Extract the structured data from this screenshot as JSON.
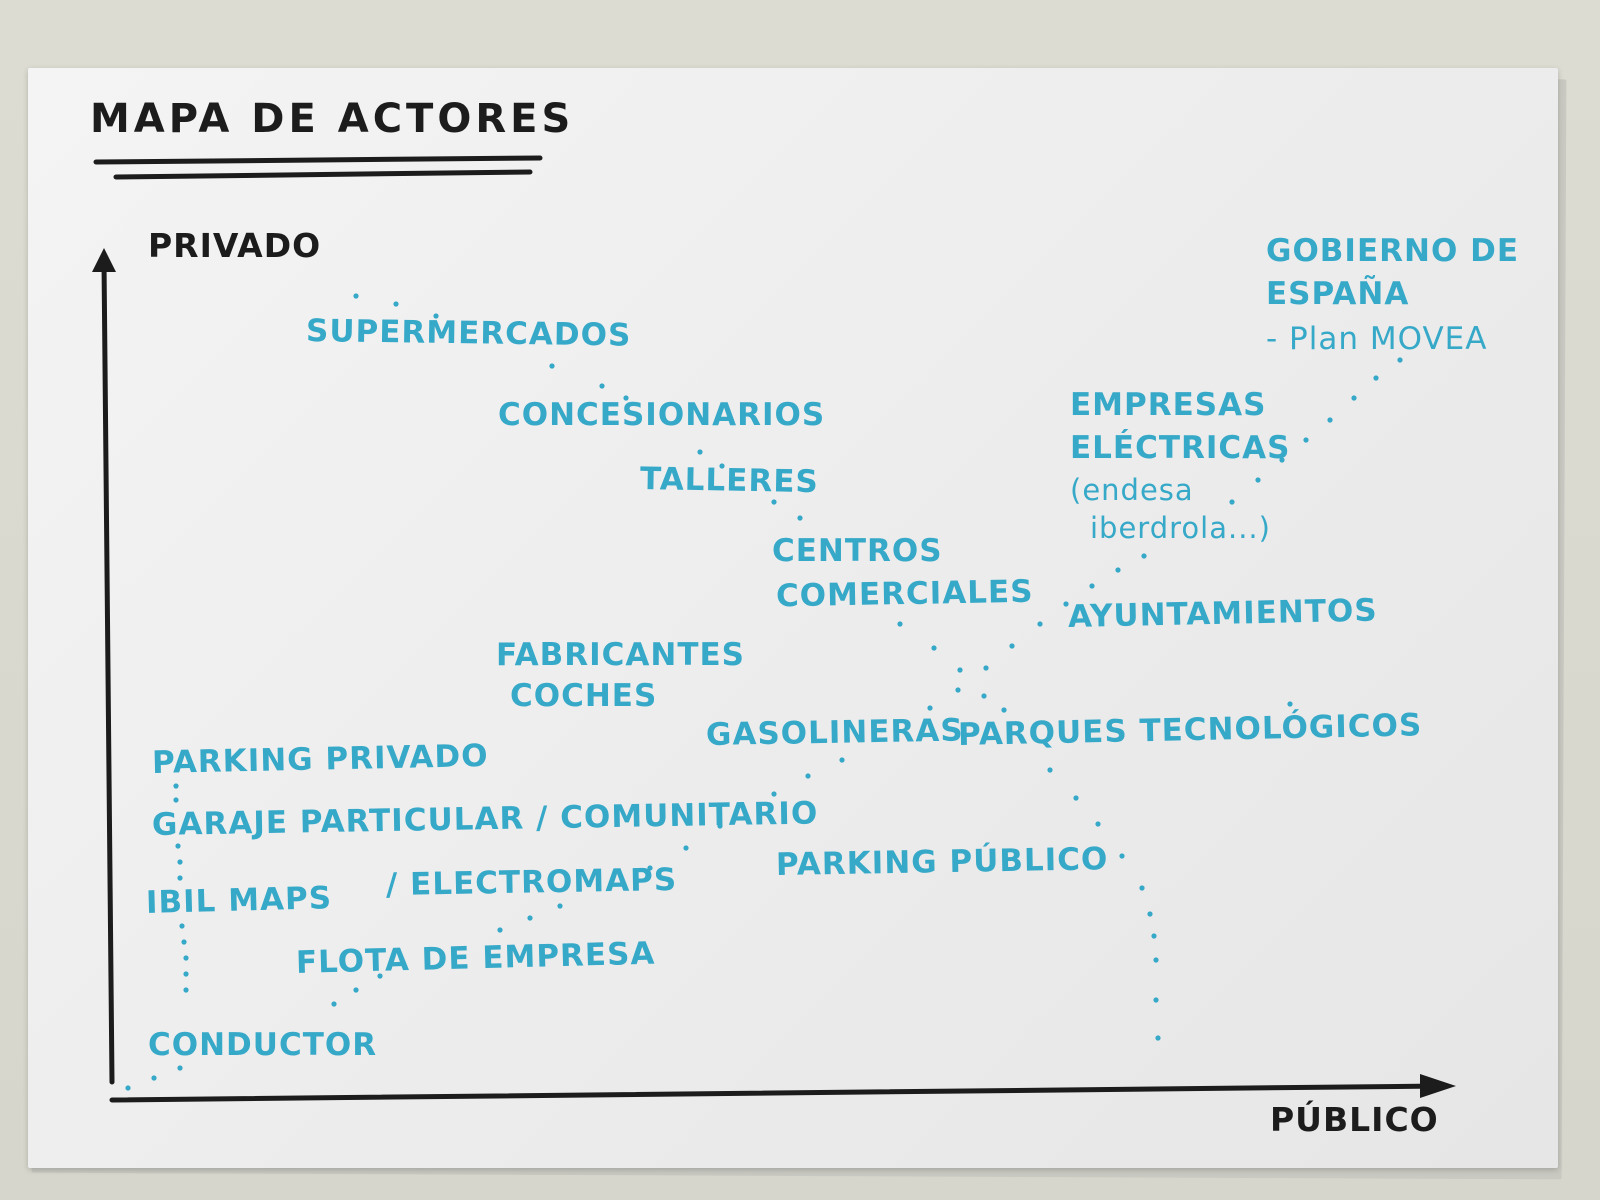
{
  "title": "MAPA DE ACTORES",
  "axes": {
    "y_label": "PRIVADO",
    "x_label": "PÚBLICO"
  },
  "colors": {
    "marker": "#36a8c8",
    "ink": "#1c1c1c",
    "paper": "#f0f0f0"
  },
  "actors": {
    "supermercados": "SUPERMERCADOS",
    "concesionarios": "CONCESIONARIOS",
    "talleres": "TALLERES",
    "centros_comerciales": [
      "CENTROS",
      "COMERCIALES"
    ],
    "fabricantes_coches": [
      "FABRICANTES",
      "COCHES"
    ],
    "parking_privado": "PARKING PRIVADO",
    "garaje": "GARAJE PARTICULAR / COMUNITARIO",
    "ibil_maps": "IBIL MAPS",
    "electromaps": "/ ELECTROMAPS",
    "flota_empresa": "FLOTA DE EMPRESA",
    "conductor": "CONDUCTOR",
    "gasolineras": "GASOLINERAS",
    "parking_publico": "PARKING PÚBLICO",
    "parques_tecnologicos": "PARQUES TECNOLÓGICOS",
    "ayuntamientos": "AYUNTAMIENTOS",
    "empresas_electricas": [
      "EMPRESAS",
      "ELÉCTRICAS",
      "(endesa",
      "iberdrola...)"
    ],
    "gobierno": [
      "GOBIERNO DE",
      "ESPAÑA",
      "- Plan MOVEA"
    ]
  }
}
